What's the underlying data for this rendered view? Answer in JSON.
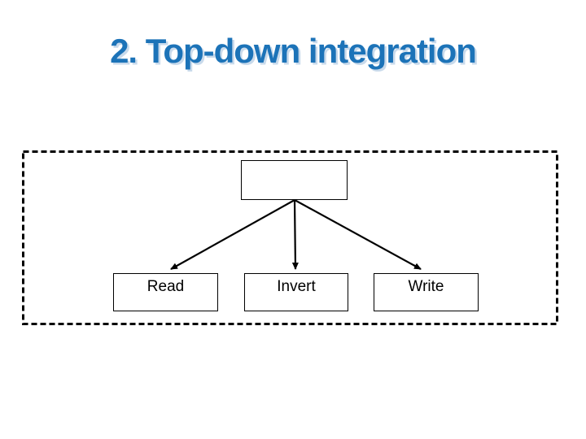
{
  "slide": {
    "title": "2. Top-down integration",
    "title_color": "#1c73b8",
    "title_shadow_color": "#c9daeb",
    "background_color": "#ffffff"
  },
  "diagram": {
    "type": "hierarchy",
    "frame_style": "dashed-rectangle",
    "root": {
      "id": "main",
      "label": ""
    },
    "children": [
      {
        "id": "read",
        "label": "Read"
      },
      {
        "id": "invert",
        "label": "Invert"
      },
      {
        "id": "write",
        "label": "Write"
      }
    ],
    "edges": [
      {
        "from": "main",
        "to": "read"
      },
      {
        "from": "main",
        "to": "invert"
      },
      {
        "from": "main",
        "to": "write"
      }
    ]
  }
}
